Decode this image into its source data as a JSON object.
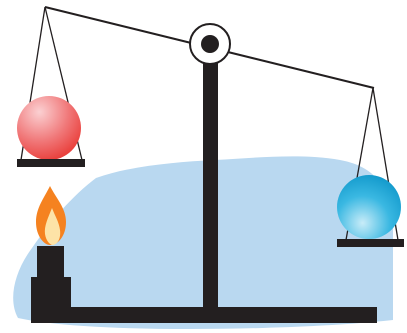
{
  "diagram": {
    "subject": "balance-scale-with-heated-balloon",
    "colors": {
      "background_blob": "#b9d8f0",
      "scale_structure": "#231f20",
      "hot_ball_highlight": "#fbd0d2",
      "hot_ball_main": "#f07677",
      "hot_ball_shadow": "#e8342f",
      "cool_ball_highlight": "#c8ecf8",
      "cool_ball_main": "#3ab8e2",
      "cool_ball_shadow": "#0a93c7",
      "flame_outer": "#f58220",
      "flame_inner": "#fde3a7",
      "pivot_ring": "#ffffff"
    },
    "elements": {
      "left_pan": "left-pan-holding-heated-ball",
      "right_pan": "right-pan-holding-cool-ball",
      "heat_source": "burner-with-flame",
      "beam_state": "tilted-left-side-up"
    }
  }
}
